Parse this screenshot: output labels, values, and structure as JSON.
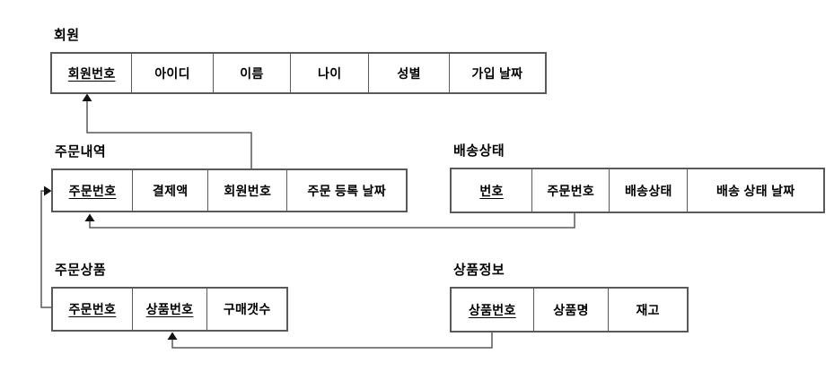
{
  "tables": {
    "member": {
      "title": "회원",
      "columns": [
        {
          "label": "회원번호",
          "pk": true
        },
        {
          "label": "아이디",
          "pk": false
        },
        {
          "label": "이름",
          "pk": false
        },
        {
          "label": "나이",
          "pk": false
        },
        {
          "label": "성별",
          "pk": false
        },
        {
          "label": "가입 날짜",
          "pk": false
        }
      ]
    },
    "order_history": {
      "title": "주문내역",
      "columns": [
        {
          "label": "주문번호",
          "pk": true
        },
        {
          "label": "결제액",
          "pk": false
        },
        {
          "label": "회원번호",
          "pk": false
        },
        {
          "label": "주문 등록 날짜",
          "pk": false
        }
      ]
    },
    "delivery_status": {
      "title": "배송상태",
      "columns": [
        {
          "label": "번호",
          "pk": true
        },
        {
          "label": "주문번호",
          "pk": false
        },
        {
          "label": "배송상태",
          "pk": false
        },
        {
          "label": "배송 상태 날짜",
          "pk": false
        }
      ]
    },
    "order_product": {
      "title": "주문상품",
      "columns": [
        {
          "label": "주문번호",
          "pk": true
        },
        {
          "label": "상품번호",
          "pk": true
        },
        {
          "label": "구매갯수",
          "pk": false
        }
      ]
    },
    "product_info": {
      "title": "상품정보",
      "columns": [
        {
          "label": "상품번호",
          "pk": true
        },
        {
          "label": "상품명",
          "pk": false
        },
        {
          "label": "재고",
          "pk": false
        }
      ]
    }
  },
  "relations": [
    {
      "from": "주문내역.회원번호",
      "to": "회원.회원번호"
    },
    {
      "from": "배송상태.주문번호",
      "to": "주문내역.주문번호"
    },
    {
      "from": "주문상품.주문번호",
      "to": "주문내역.주문번호"
    },
    {
      "from": "상품정보.상품번호",
      "to": "주문상품.상품번호"
    }
  ],
  "colors": {
    "background": "#ffffff",
    "border": "#595959",
    "arrow": "#111111",
    "text": "#000000"
  }
}
